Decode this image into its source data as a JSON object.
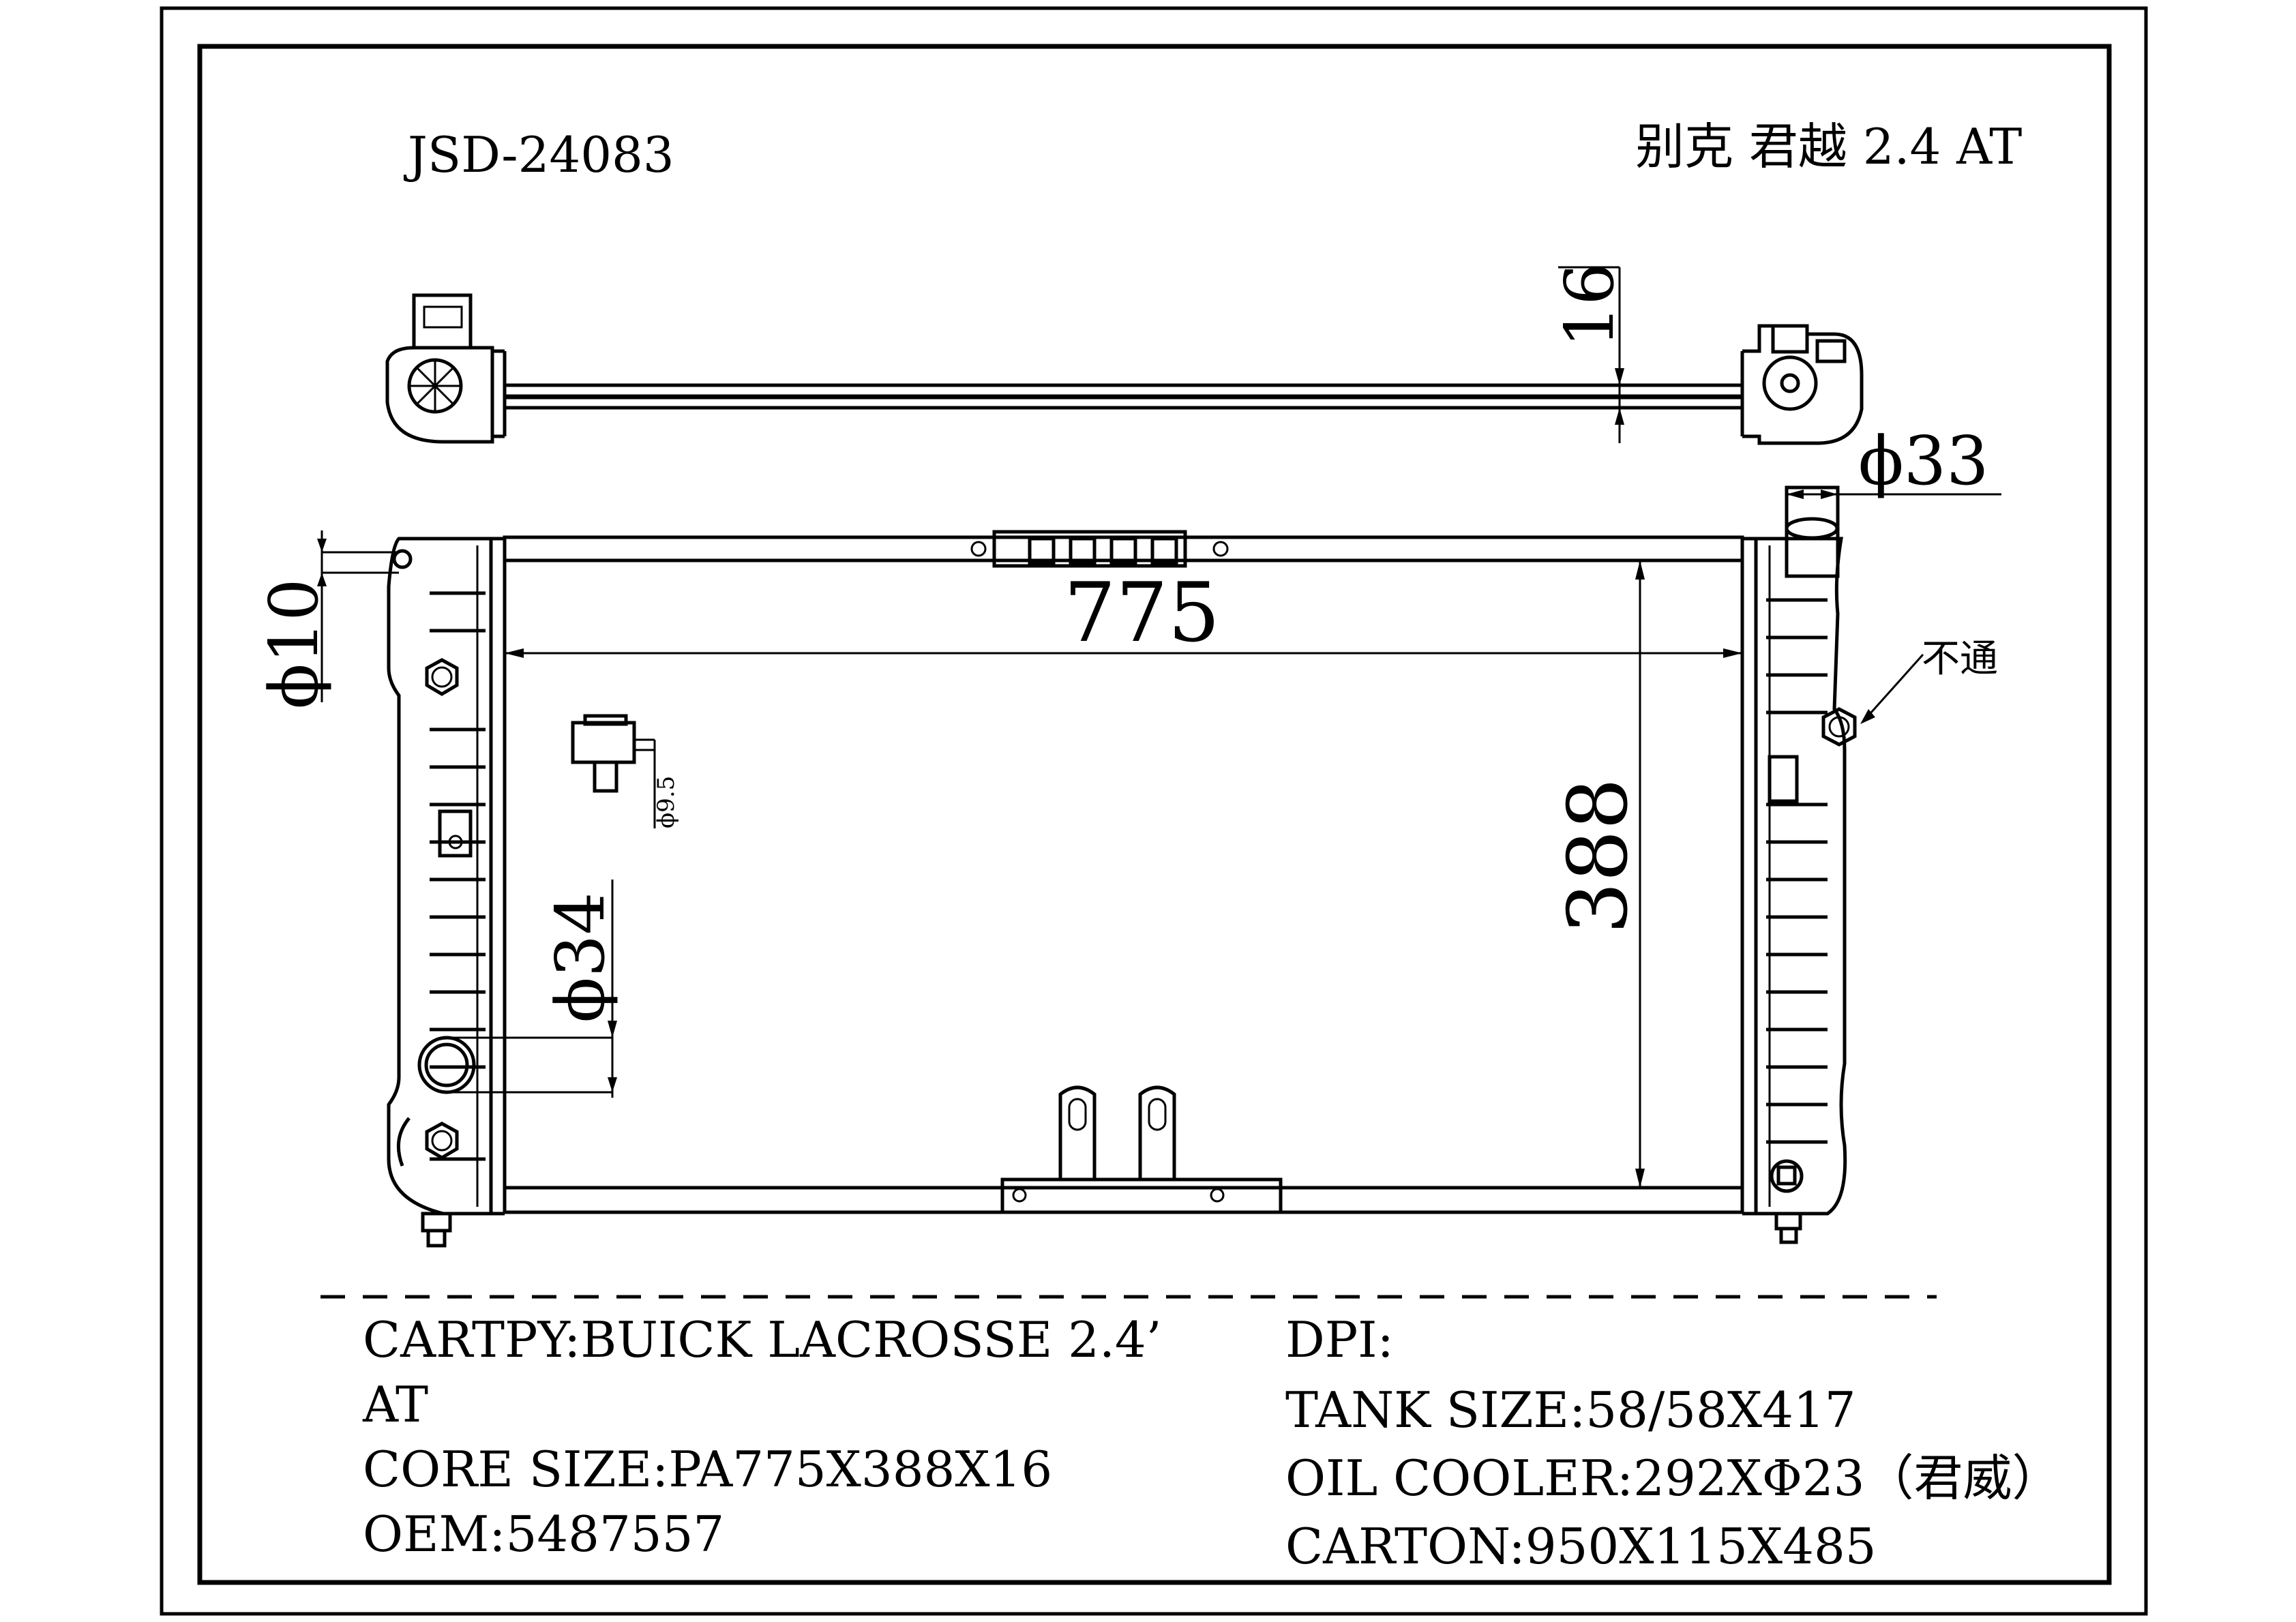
{
  "header": {
    "part_number": "JSD-24083",
    "model_cn": "别克 君越 2.4 AT"
  },
  "dimensions": {
    "thickness": "16",
    "outlet_diameter": "ϕ33",
    "width": "775",
    "height": "388",
    "fitting_diameter": "ϕ10",
    "sensor_diameter": "ϕ9.5",
    "inlet_diameter": "ϕ34",
    "not_through_note": "不通"
  },
  "specs_left": [
    "CARTPY:BUICK LACROSSE 2.4’",
    "AT",
    "CORE SIZE:PA775X388X16",
    "OEM:5487557"
  ],
  "specs_right": [
    "DPI:",
    "TANK SIZE:58/58X417",
    "OIL COOLER:292XΦ23（君威）",
    "CARTON:950X115X485"
  ]
}
